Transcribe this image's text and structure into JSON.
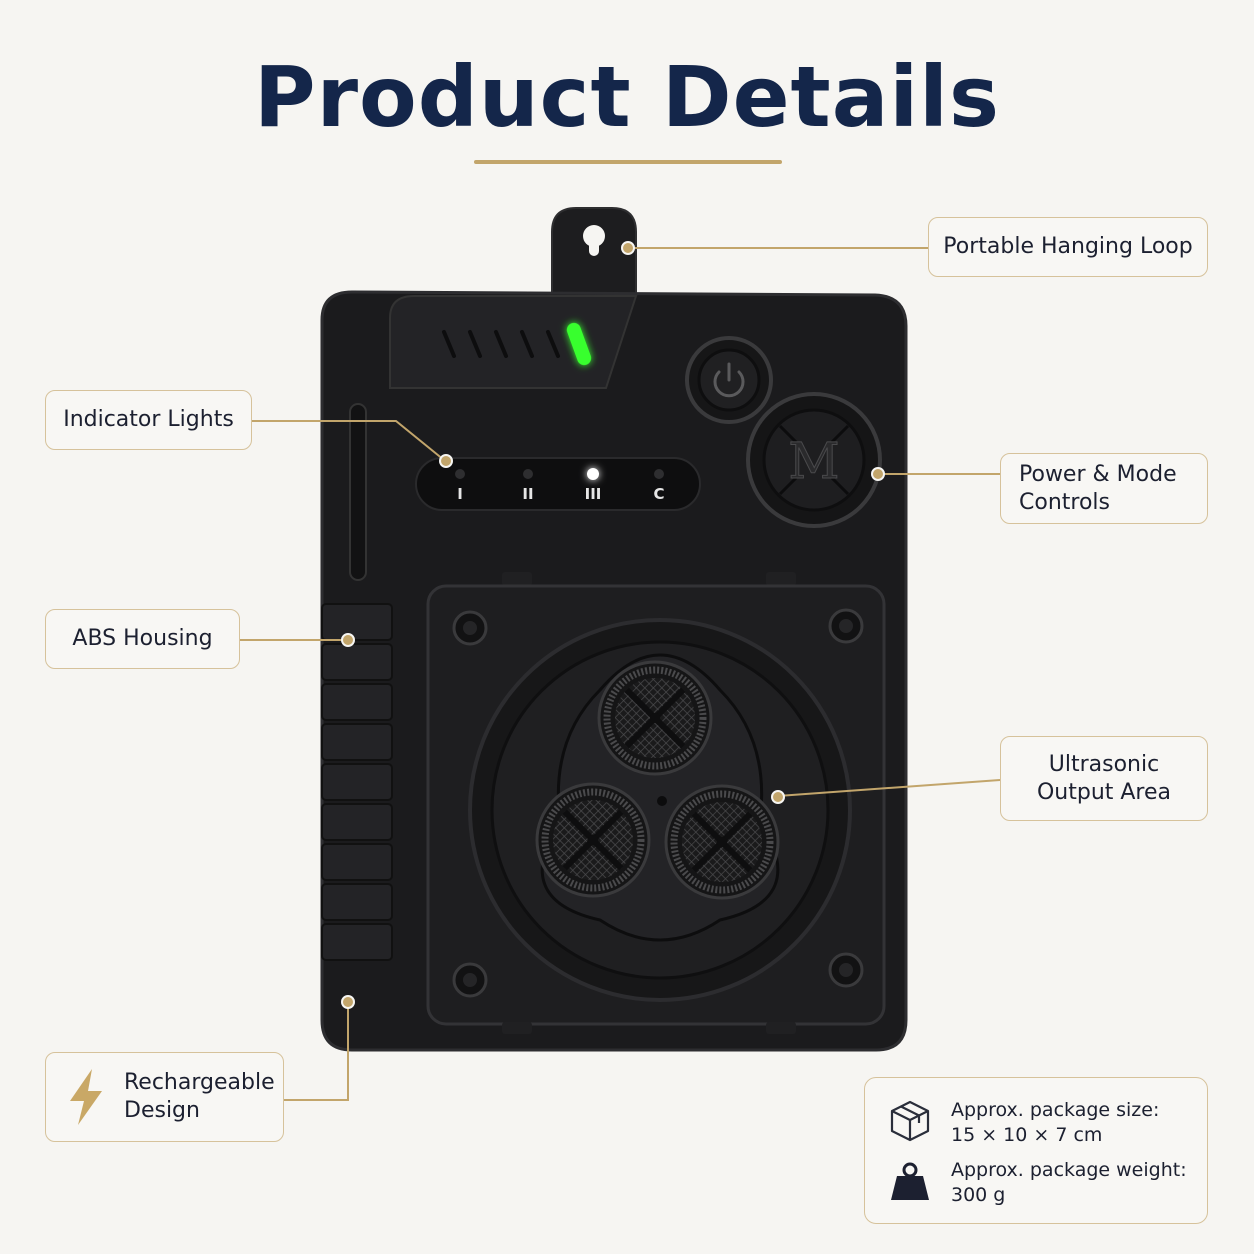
{
  "page": {
    "title": "Product Details"
  },
  "callouts": {
    "hanging_loop": "Portable Hanging Loop",
    "indicator_lights": "Indicator Lights",
    "power_mode": "Power & Mode\nControls",
    "abs_housing": "ABS Housing",
    "ultrasonic": "Ultrasonic\nOutput Area",
    "rechargeable": "Rechargeable\nDesign"
  },
  "device": {
    "indicator_labels": [
      "I",
      "II",
      "III",
      "C"
    ],
    "active_indicator": "III",
    "mode_button_letter": "M",
    "led_color": "#39ff2e"
  },
  "specs": {
    "size_label": "Approx. package size:",
    "size_value": "15 × 10 × 7 cm",
    "weight_label": "Approx. package weight:",
    "weight_value": "300 g"
  },
  "colors": {
    "title": "#14264a",
    "accent": "#c2a56b",
    "device_body": "#1b1b1d"
  },
  "icons": {
    "rechargeable": "lightning-bolt-icon",
    "size": "package-box-icon",
    "weight": "weight-icon"
  }
}
